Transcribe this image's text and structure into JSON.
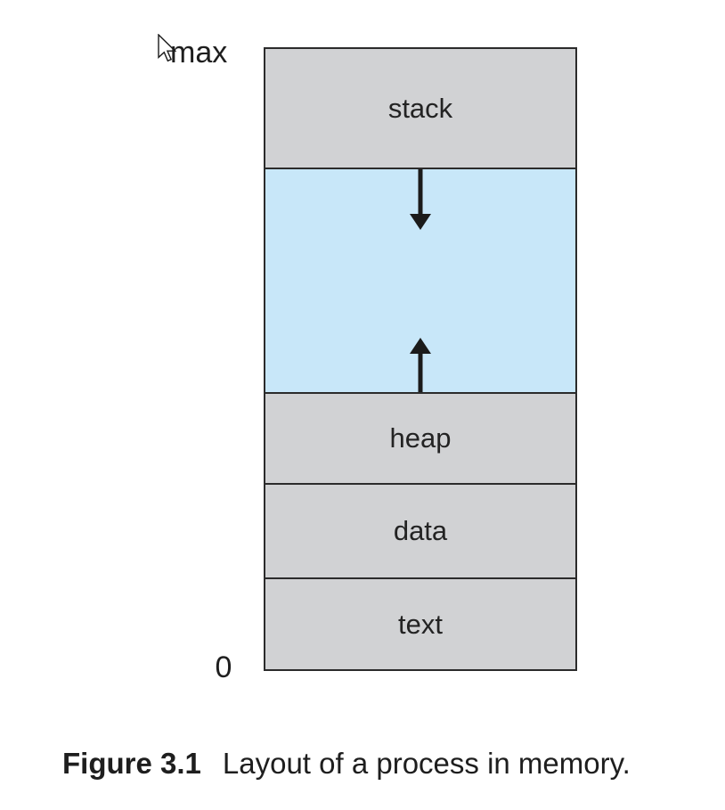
{
  "figure": {
    "top_label": "max",
    "bottom_label": "0",
    "sections": [
      {
        "id": "stack",
        "label": "stack"
      },
      {
        "id": "free-space",
        "label": ""
      },
      {
        "id": "heap",
        "label": "heap"
      },
      {
        "id": "data",
        "label": "data"
      },
      {
        "id": "text",
        "label": "text"
      }
    ],
    "arrows": [
      {
        "name": "stack-growth",
        "direction": "down"
      },
      {
        "name": "heap-growth",
        "direction": "up"
      }
    ],
    "colors": {
      "segment_gray": "#d1d2d4",
      "free_space_blue": "#c8e7f9",
      "border_dark": "#2b2b2b",
      "text_black": "#1e1e1e"
    }
  },
  "caption": {
    "label": "Figure 3.1",
    "text": "Layout of a process in memory."
  }
}
